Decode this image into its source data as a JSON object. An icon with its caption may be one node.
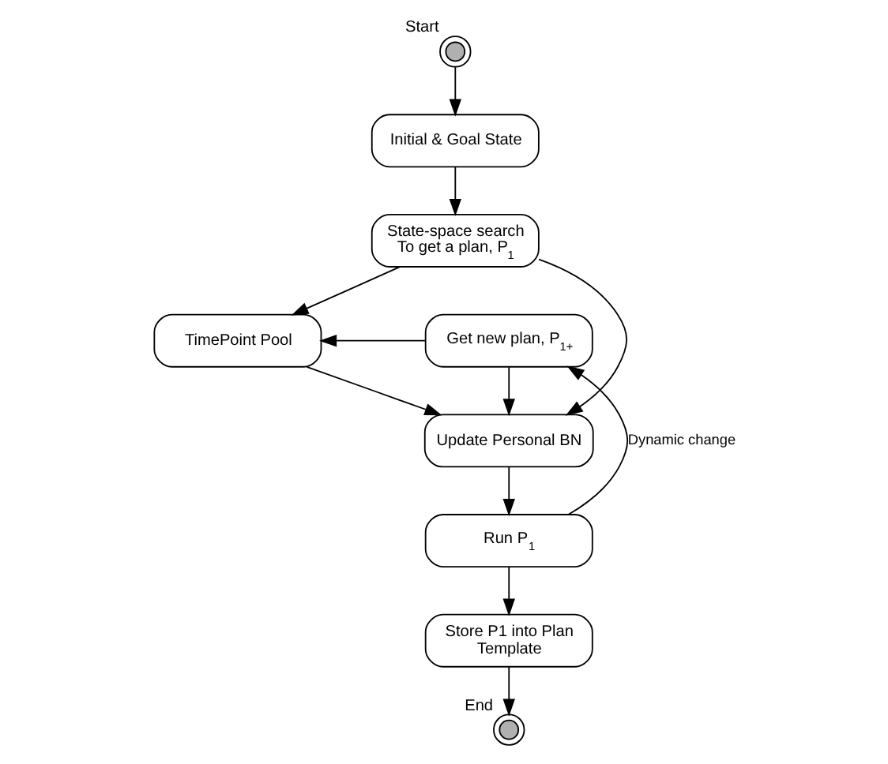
{
  "diagram": {
    "nodes": [
      {
        "text": [],
        "shape": "circle",
        "beside": [
          "Start"
        ]
      },
      {
        "text": [
          "Initial & Goal State"
        ]
      },
      {
        "text": [
          "State-space search To get a plan, P$_{1}$"
        ]
      },
      {
        "text": [
          "Get new plan, P$_{1+}$"
        ]
      },
      {
        "text": [
          "TimePoint Pool"
        ]
      },
      {
        "text": [
          "Update Personal BN"
        ]
      },
      {
        "text": [
          "Run P$_{1}$"
        ]
      },
      {
        "text": [
          "Store P1 into Plan Template"
        ]
      },
      {
        "text": [],
        "shape": "circle",
        "beside": [
          "End"
        ]
      }
    ],
    "edges": [
      {
        "from": 0,
        "to": 1,
        "arrow": "to"
      },
      {
        "from": 1,
        "to": 2,
        "arrow": "to"
      },
      {
        "from": 2,
        "to": 5,
        "arrow": "to"
      },
      {
        "from": 2,
        "to": 4,
        "arrow": "to"
      },
      {
        "from": 3,
        "to": 4,
        "arrow": "to"
      },
      {
        "from": 3,
        "to": 5,
        "arrow": "to"
      },
      {
        "from": 4,
        "to": 5,
        "arrow": "to"
      },
      {
        "from": 5,
        "to": 6,
        "arrow": "to"
      },
      {
        "from": 6,
        "to": 3,
        "arrow": "to",
        "label": "Dynamic change"
      },
      {
        "from": 6,
        "to": 7,
        "arrow": "to"
      },
      {
        "from": 7,
        "to": 8,
        "arrow": "to"
      }
    ]
  }
}
